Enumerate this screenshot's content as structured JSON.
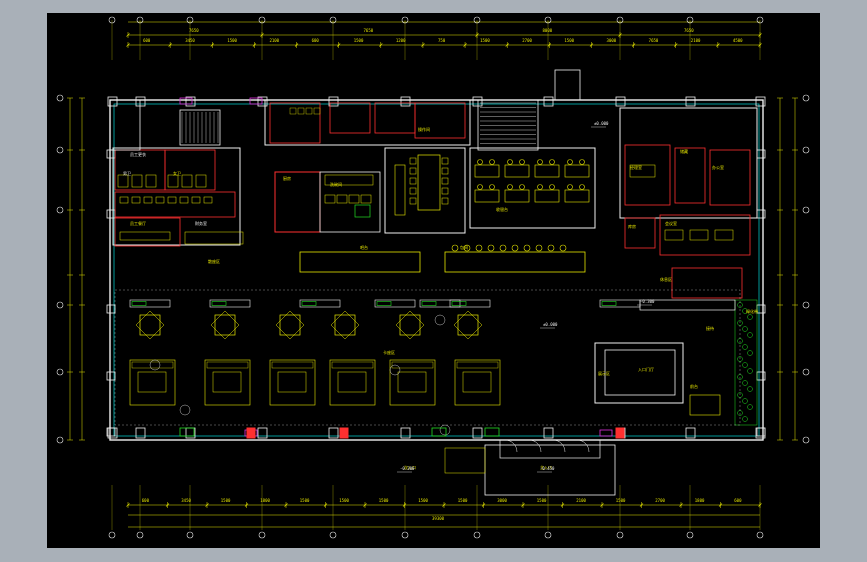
{
  "drawing": {
    "colors": {
      "background": "#000000",
      "frame": "#a9b0b8",
      "dimension": "#e8e800",
      "wall": "#f0f0f0",
      "partition": "#ff3030",
      "glass": "#00d8d8",
      "furniture": "#e8e800",
      "green": "#22dd22",
      "magenta": "#e030e0"
    },
    "dims_top_overall": [
      "7650",
      "7650",
      "8000",
      "7650"
    ],
    "dims_top_detail": [
      "600",
      "3450",
      "1500",
      "2100",
      "600",
      "1500",
      "1200",
      "750",
      "1500",
      "2700",
      "1500",
      "3000",
      "7650",
      "2100",
      "4500"
    ],
    "dims_bottom_detail": [
      "600",
      "3450",
      "1500",
      "1800",
      "1500",
      "1500",
      "1500",
      "1500",
      "1500",
      "3000",
      "1500",
      "2100",
      "1500",
      "2700",
      "1800",
      "600"
    ],
    "dims_bottom_overall": [
      "39300"
    ],
    "room_labels": [
      "员工更衣",
      "男卫",
      "女卫",
      "员工餐厅",
      "财务室",
      "厨房",
      "洗碗间",
      "操作间",
      "收银台",
      "经理室",
      "办公室",
      "会议室",
      "库房",
      "储藏",
      "吧台",
      "散座区",
      "卡座区",
      "包间",
      "接待",
      "休息区",
      "入口门厅",
      "前台",
      "展示区",
      "绿化带",
      "主入口",
      "次入口"
    ],
    "elevations": [
      "±0.000",
      "-0.300",
      "-0.450",
      "±0.000",
      "-0.300"
    ]
  }
}
